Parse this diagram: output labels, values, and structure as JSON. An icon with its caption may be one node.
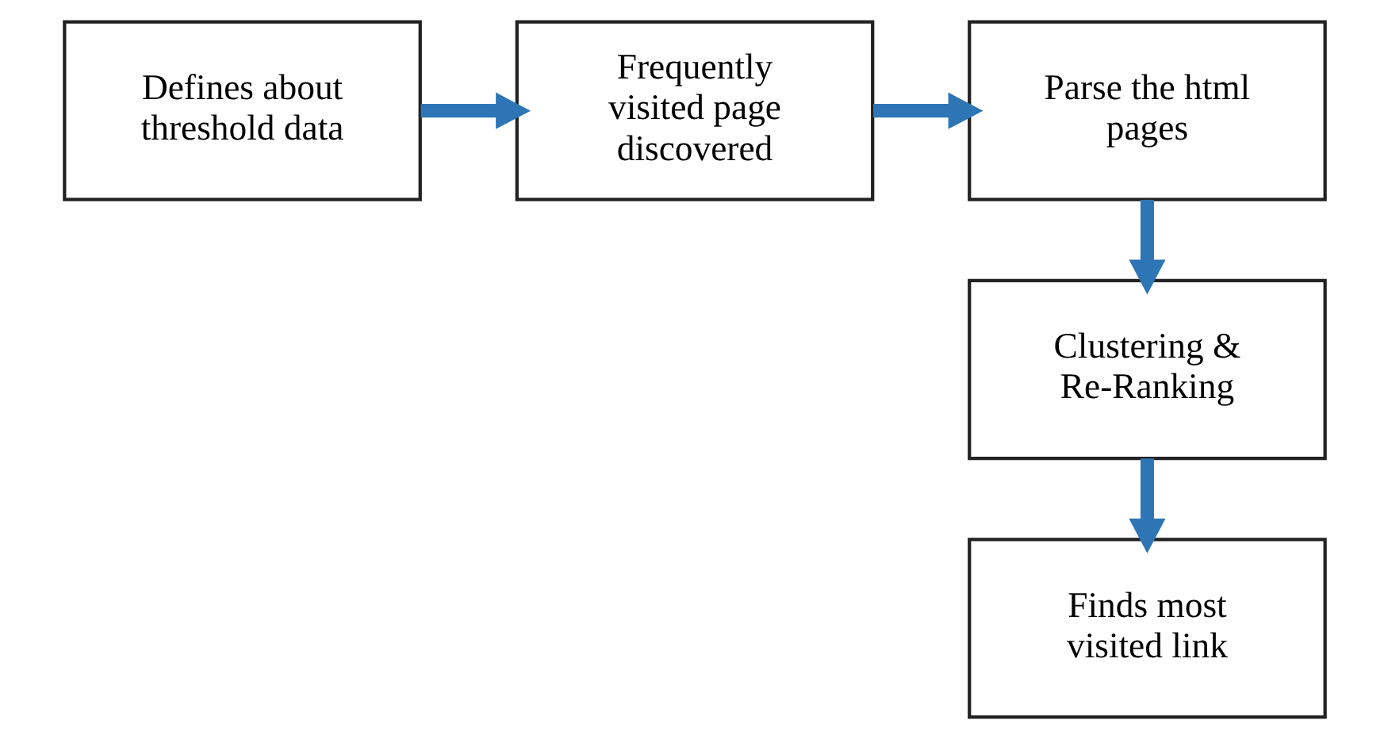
{
  "diagram": {
    "nodes": [
      {
        "text": [
          "Defines about threshold data"
        ]
      },
      {
        "text": [
          "Frequently visited page discovered"
        ]
      },
      {
        "text": [
          "Parse the html pages"
        ]
      },
      {
        "text": [
          "Clustering & Re-Ranking"
        ]
      },
      {
        "text": [
          "Finds most visited link"
        ]
      }
    ],
    "edges": [
      {
        "from": 0,
        "to": 1,
        "arrow": "to"
      },
      {
        "from": 1,
        "to": 2,
        "arrow": "to"
      },
      {
        "from": 2,
        "to": 3,
        "arrow": "to"
      },
      {
        "from": 3,
        "to": 4,
        "arrow": "to"
      }
    ]
  }
}
